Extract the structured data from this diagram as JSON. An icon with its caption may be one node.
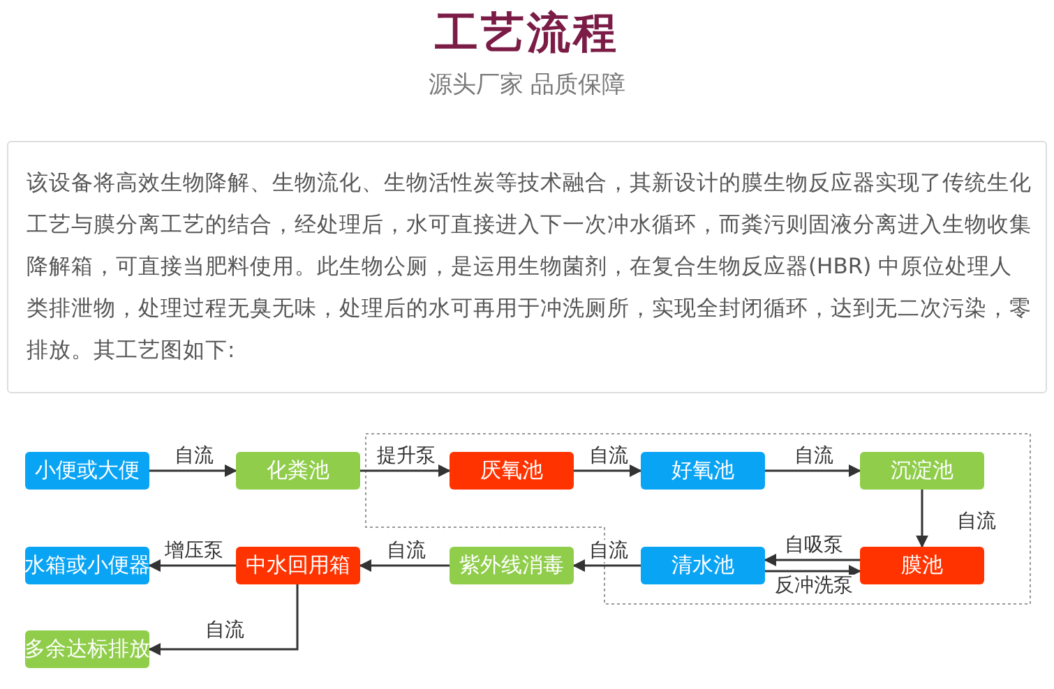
{
  "diagram": {
    "title": "工艺流程",
    "nodes": [
      {
        "text": [
          "小便或大便"
        ]
      },
      {
        "text": [
          "化粪池"
        ]
      },
      {
        "text": [
          "厌氧池"
        ]
      },
      {
        "text": [
          "好氧池"
        ]
      },
      {
        "text": [
          "沉淀池"
        ]
      },
      {
        "text": [
          "膜池"
        ]
      },
      {
        "text": [
          "清水池"
        ]
      },
      {
        "text": [
          "紫外线消毒"
        ]
      },
      {
        "text": [
          "中水回用箱"
        ]
      },
      {
        "text": [
          "水箱或小便器"
        ]
      },
      {
        "text": [
          "多余达标排放"
        ]
      }
    ],
    "edges": [
      {
        "from": 0,
        "to": 1,
        "arrow": "to",
        "label": "自流"
      },
      {
        "from": 1,
        "to": 2,
        "arrow": "to",
        "label": "提升泵"
      },
      {
        "from": 2,
        "to": 3,
        "arrow": "to",
        "label": "自流"
      },
      {
        "from": 3,
        "to": 4,
        "arrow": "to",
        "label": "自流"
      },
      {
        "from": 4,
        "to": 5,
        "arrow": "to",
        "label": "自流"
      },
      {
        "from": 5,
        "to": 6,
        "arrow": "to",
        "label": "自吸泵"
      },
      {
        "from": 6,
        "to": 5,
        "arrow": "to",
        "label": "反冲洗泵"
      },
      {
        "from": 6,
        "to": 7,
        "arrow": "to",
        "label": "自流"
      },
      {
        "from": 7,
        "to": 8,
        "arrow": "to",
        "label": "自流"
      },
      {
        "from": 8,
        "to": 9,
        "arrow": "to",
        "label": "增压泵"
      },
      {
        "from": 8,
        "to": 10,
        "arrow": "to",
        "label": "自流"
      }
    ],
    "labels": [
      "源头厂家 品质保障",
      "该设备将高效生物降解、生物流化、生物活性炭等技术融合，其新设计的膜生物反应器实现了传统生化工艺与膜分离工艺的结合，经处理后，水可直接进入下一次冲水循环，而粪污则固液分离进入生物收集降解箱，可直接当肥料使用。此生物公厕，是运用生物菌剂，在复合生物反应器(HBR) 中原位处理人类排泄物，处理过程无臭无味，处理后的水可再用于冲洗厕所，实现全封闭循环，达到无二次污染，零排放。其工艺图如下:"
    ]
  }
}
